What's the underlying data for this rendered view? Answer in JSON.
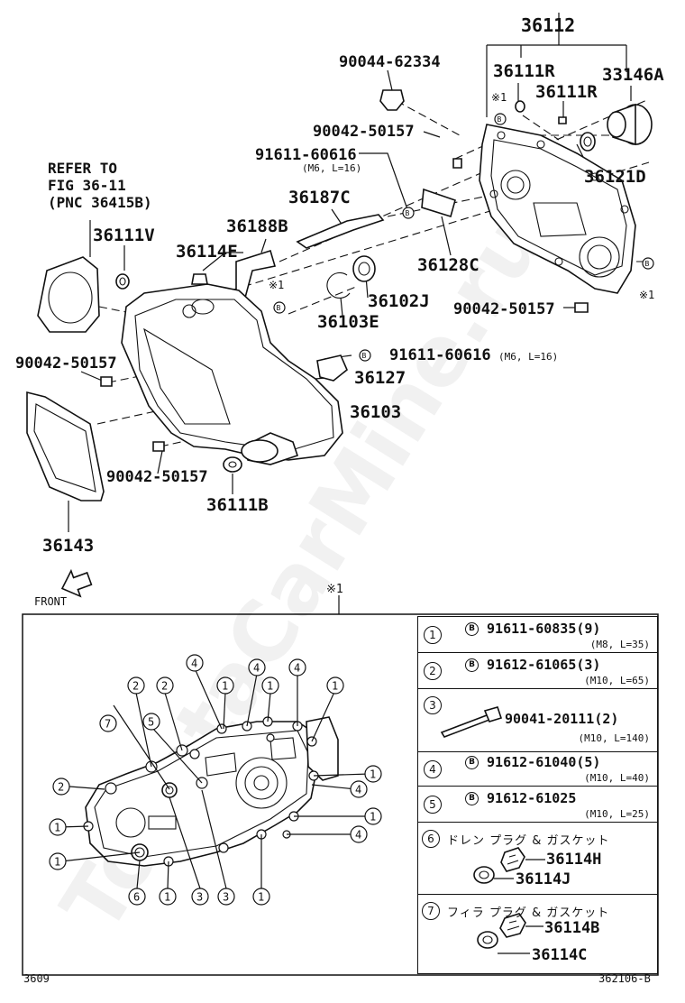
{
  "labels": {
    "p36112": "36112",
    "p36111R_a": "36111R",
    "p33146A": "33146A",
    "p90044": "90044-62334",
    "mark_top": "※1",
    "p36111R_b": "36111R",
    "p90042_a": "90042-50157",
    "p91611_a": "91611-60616",
    "p91611_a_spec": "(M6, L=16)",
    "p36121D": "36121D",
    "refer_1": "REFER TO",
    "refer_2": "FIG 36-11",
    "refer_3": "(PNC 36415B)",
    "p36187C": "36187C",
    "p36188B": "36188B",
    "p36111V": "36111V",
    "p36114E": "36114E",
    "p36128C": "36128C",
    "mark_mid": "※1",
    "p36102J": "36102J",
    "p36103E": "36103E",
    "p90042_b": "90042-50157",
    "mark_right": "※1",
    "p90042_c": "90042-50157",
    "p91611_b": "91611-60616",
    "p91611_b_spec": "(M6, L=16)",
    "p36127": "36127",
    "p36103": "36103",
    "p90042_d": "90042-50157",
    "p36111B": "36111B",
    "p36143": "36143",
    "front": "FRONT",
    "mark_detail": "※1",
    "bolt_mark": "B"
  },
  "legend": [
    {
      "num": "1",
      "part": "91611-60835(9)",
      "spec": "(M8, L=35)",
      "bolt": true
    },
    {
      "num": "2",
      "part": "91612-61065(3)",
      "spec": "(M10, L=65)",
      "bolt": true
    },
    {
      "num": "3",
      "part": "90041-20111(2)",
      "spec": "(M10, L=140)",
      "bolt": false
    },
    {
      "num": "4",
      "part": "91612-61040(5)",
      "spec": "(M10, L=40)",
      "bolt": true
    },
    {
      "num": "5",
      "part": "91612-61025",
      "spec": "(M10, L=25)",
      "bolt": true
    },
    {
      "num": "6",
      "title": "ドレン プラグ & ガスケット",
      "part_a": "36114H",
      "part_b": "36114J"
    },
    {
      "num": "7",
      "title": "フィラ プラグ & ガスケット",
      "part_a": "36114B",
      "part_b": "36114C"
    }
  ],
  "detail_callouts": [
    "1",
    "2",
    "3",
    "4",
    "5",
    "6",
    "7"
  ],
  "footer": {
    "left": "3609",
    "right": "362106-B"
  },
  "watermark": "ToyotaCarMine.ru"
}
